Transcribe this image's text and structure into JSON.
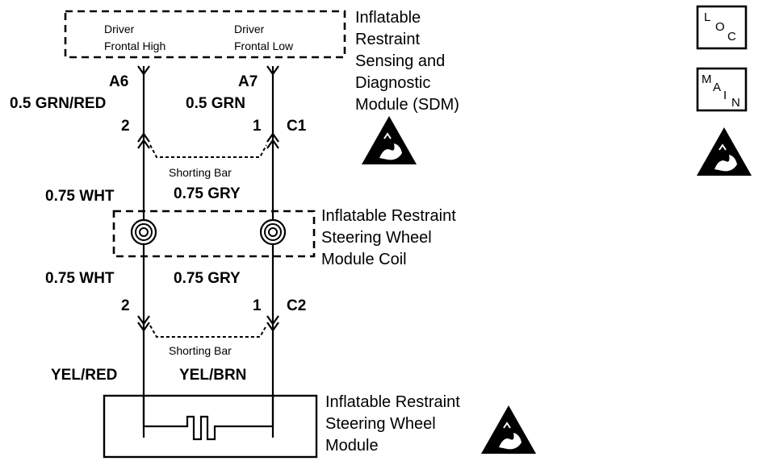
{
  "sdm": {
    "name_lines": [
      "Inflatable",
      "Restraint",
      "Sensing and",
      "Diagnostic",
      "Module (SDM)"
    ],
    "left_terminal_lines": [
      "Driver",
      "Frontal High"
    ],
    "right_terminal_lines": [
      "Driver",
      "Frontal Low"
    ]
  },
  "connector_c1": {
    "name": "C1",
    "left_pin": "2",
    "right_pin": "1",
    "left_cavity": "A6",
    "right_cavity": "A7",
    "left_wire": "0.5 GRN/RED",
    "right_wire": "0.5 GRN",
    "shorting_bar": "Shorting Bar"
  },
  "coil": {
    "left_wire_top": "0.75 WHT",
    "right_wire_top": "0.75 GRY",
    "name_lines": [
      "Inflatable Restraint",
      "Steering Wheel",
      "Module Coil"
    ],
    "left_wire_bottom": "0.75 WHT",
    "right_wire_bottom": "0.75 GRY"
  },
  "connector_c2": {
    "name": "C2",
    "left_pin": "2",
    "right_pin": "1",
    "shorting_bar": "Shorting Bar",
    "left_wire": "YEL/RED",
    "right_wire": "YEL/BRN"
  },
  "module": {
    "name_lines": [
      "Inflatable Restraint",
      "Steering Wheel",
      "Module"
    ]
  },
  "legend": {
    "loc_letters": [
      "L",
      "O",
      "C"
    ],
    "main_letters": [
      "M",
      "A",
      "I",
      "N"
    ],
    "icons": [
      "loc-icon",
      "main-icon",
      "esd-warning-icon"
    ]
  },
  "colors": {
    "ink": "#000000",
    "paper": "#ffffff"
  }
}
